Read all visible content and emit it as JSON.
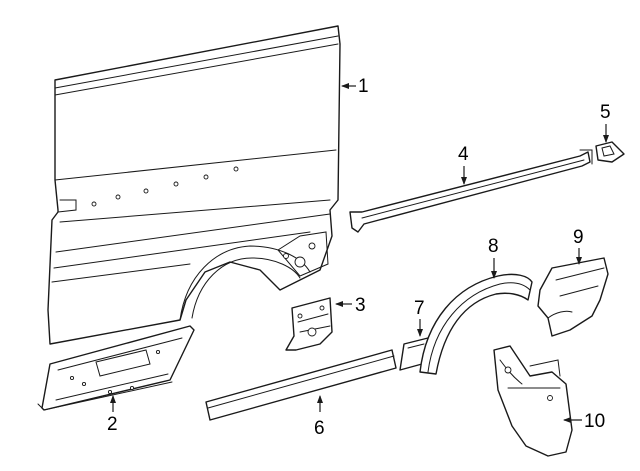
{
  "callouts": [
    {
      "id": "1",
      "label": "1"
    },
    {
      "id": "2",
      "label": "2"
    },
    {
      "id": "3",
      "label": "3"
    },
    {
      "id": "4",
      "label": "4"
    },
    {
      "id": "5",
      "label": "5"
    },
    {
      "id": "6",
      "label": "6"
    },
    {
      "id": "7",
      "label": "7"
    },
    {
      "id": "8",
      "label": "8"
    },
    {
      "id": "9",
      "label": "9"
    },
    {
      "id": "10",
      "label": "10"
    }
  ]
}
